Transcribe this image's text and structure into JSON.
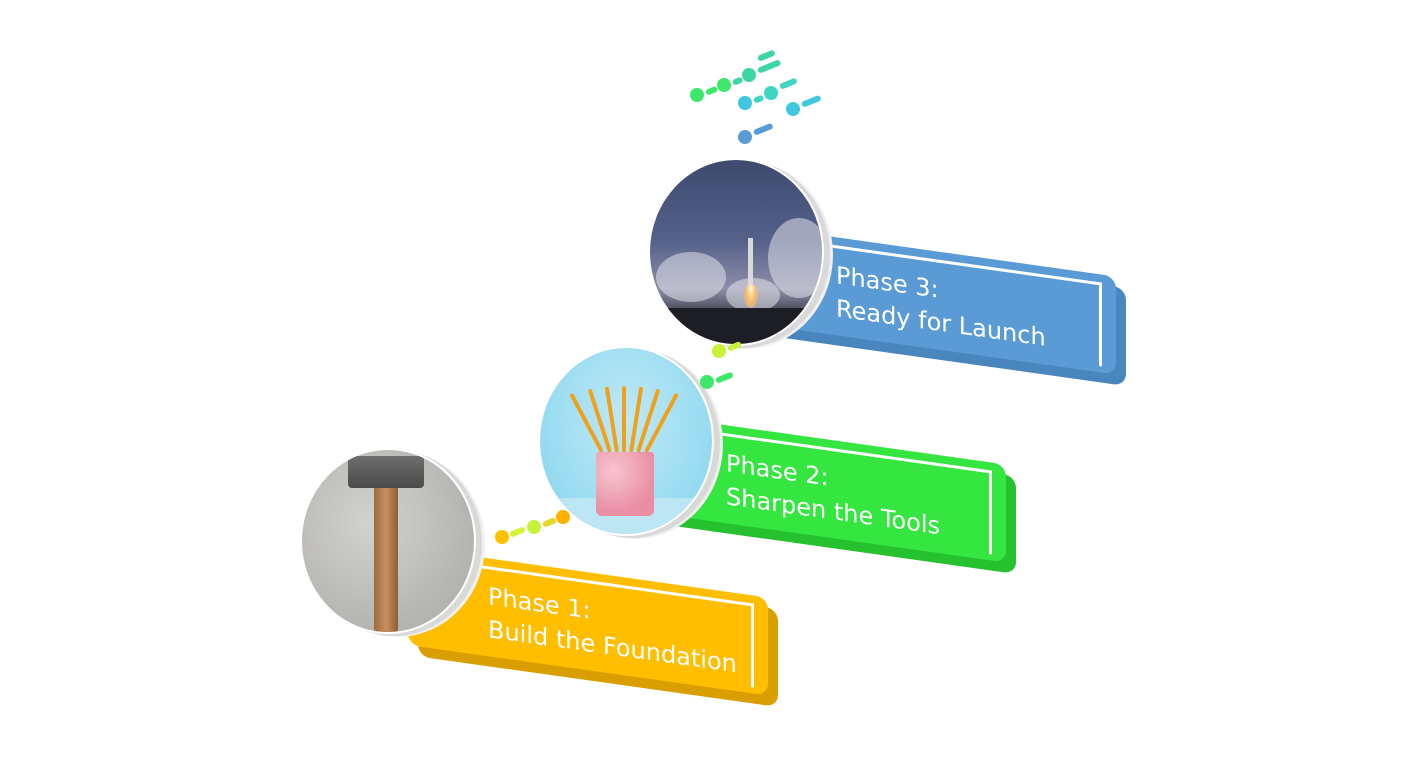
{
  "phases": [
    {
      "id": "phase-1",
      "title": "Phase 1:",
      "subtitle": "Build the Foundation",
      "color": "#FFBE00",
      "image": "hammer"
    },
    {
      "id": "phase-2",
      "title": "Phase 2:",
      "subtitle": "Sharpen the Tools",
      "color": "#34E63F",
      "image": "pencils-in-cup"
    },
    {
      "id": "phase-3",
      "title": "Phase 3:",
      "subtitle": "Ready for Launch",
      "color": "#5B9BD5",
      "image": "rocket-launch"
    }
  ],
  "connector_colors": {
    "yellow": "#FFC000",
    "lime": "#C6F23A",
    "green": "#3DE86A",
    "teal": "#3ED6C2",
    "cyan": "#3FC7E0",
    "blue": "#5B9BD5"
  }
}
